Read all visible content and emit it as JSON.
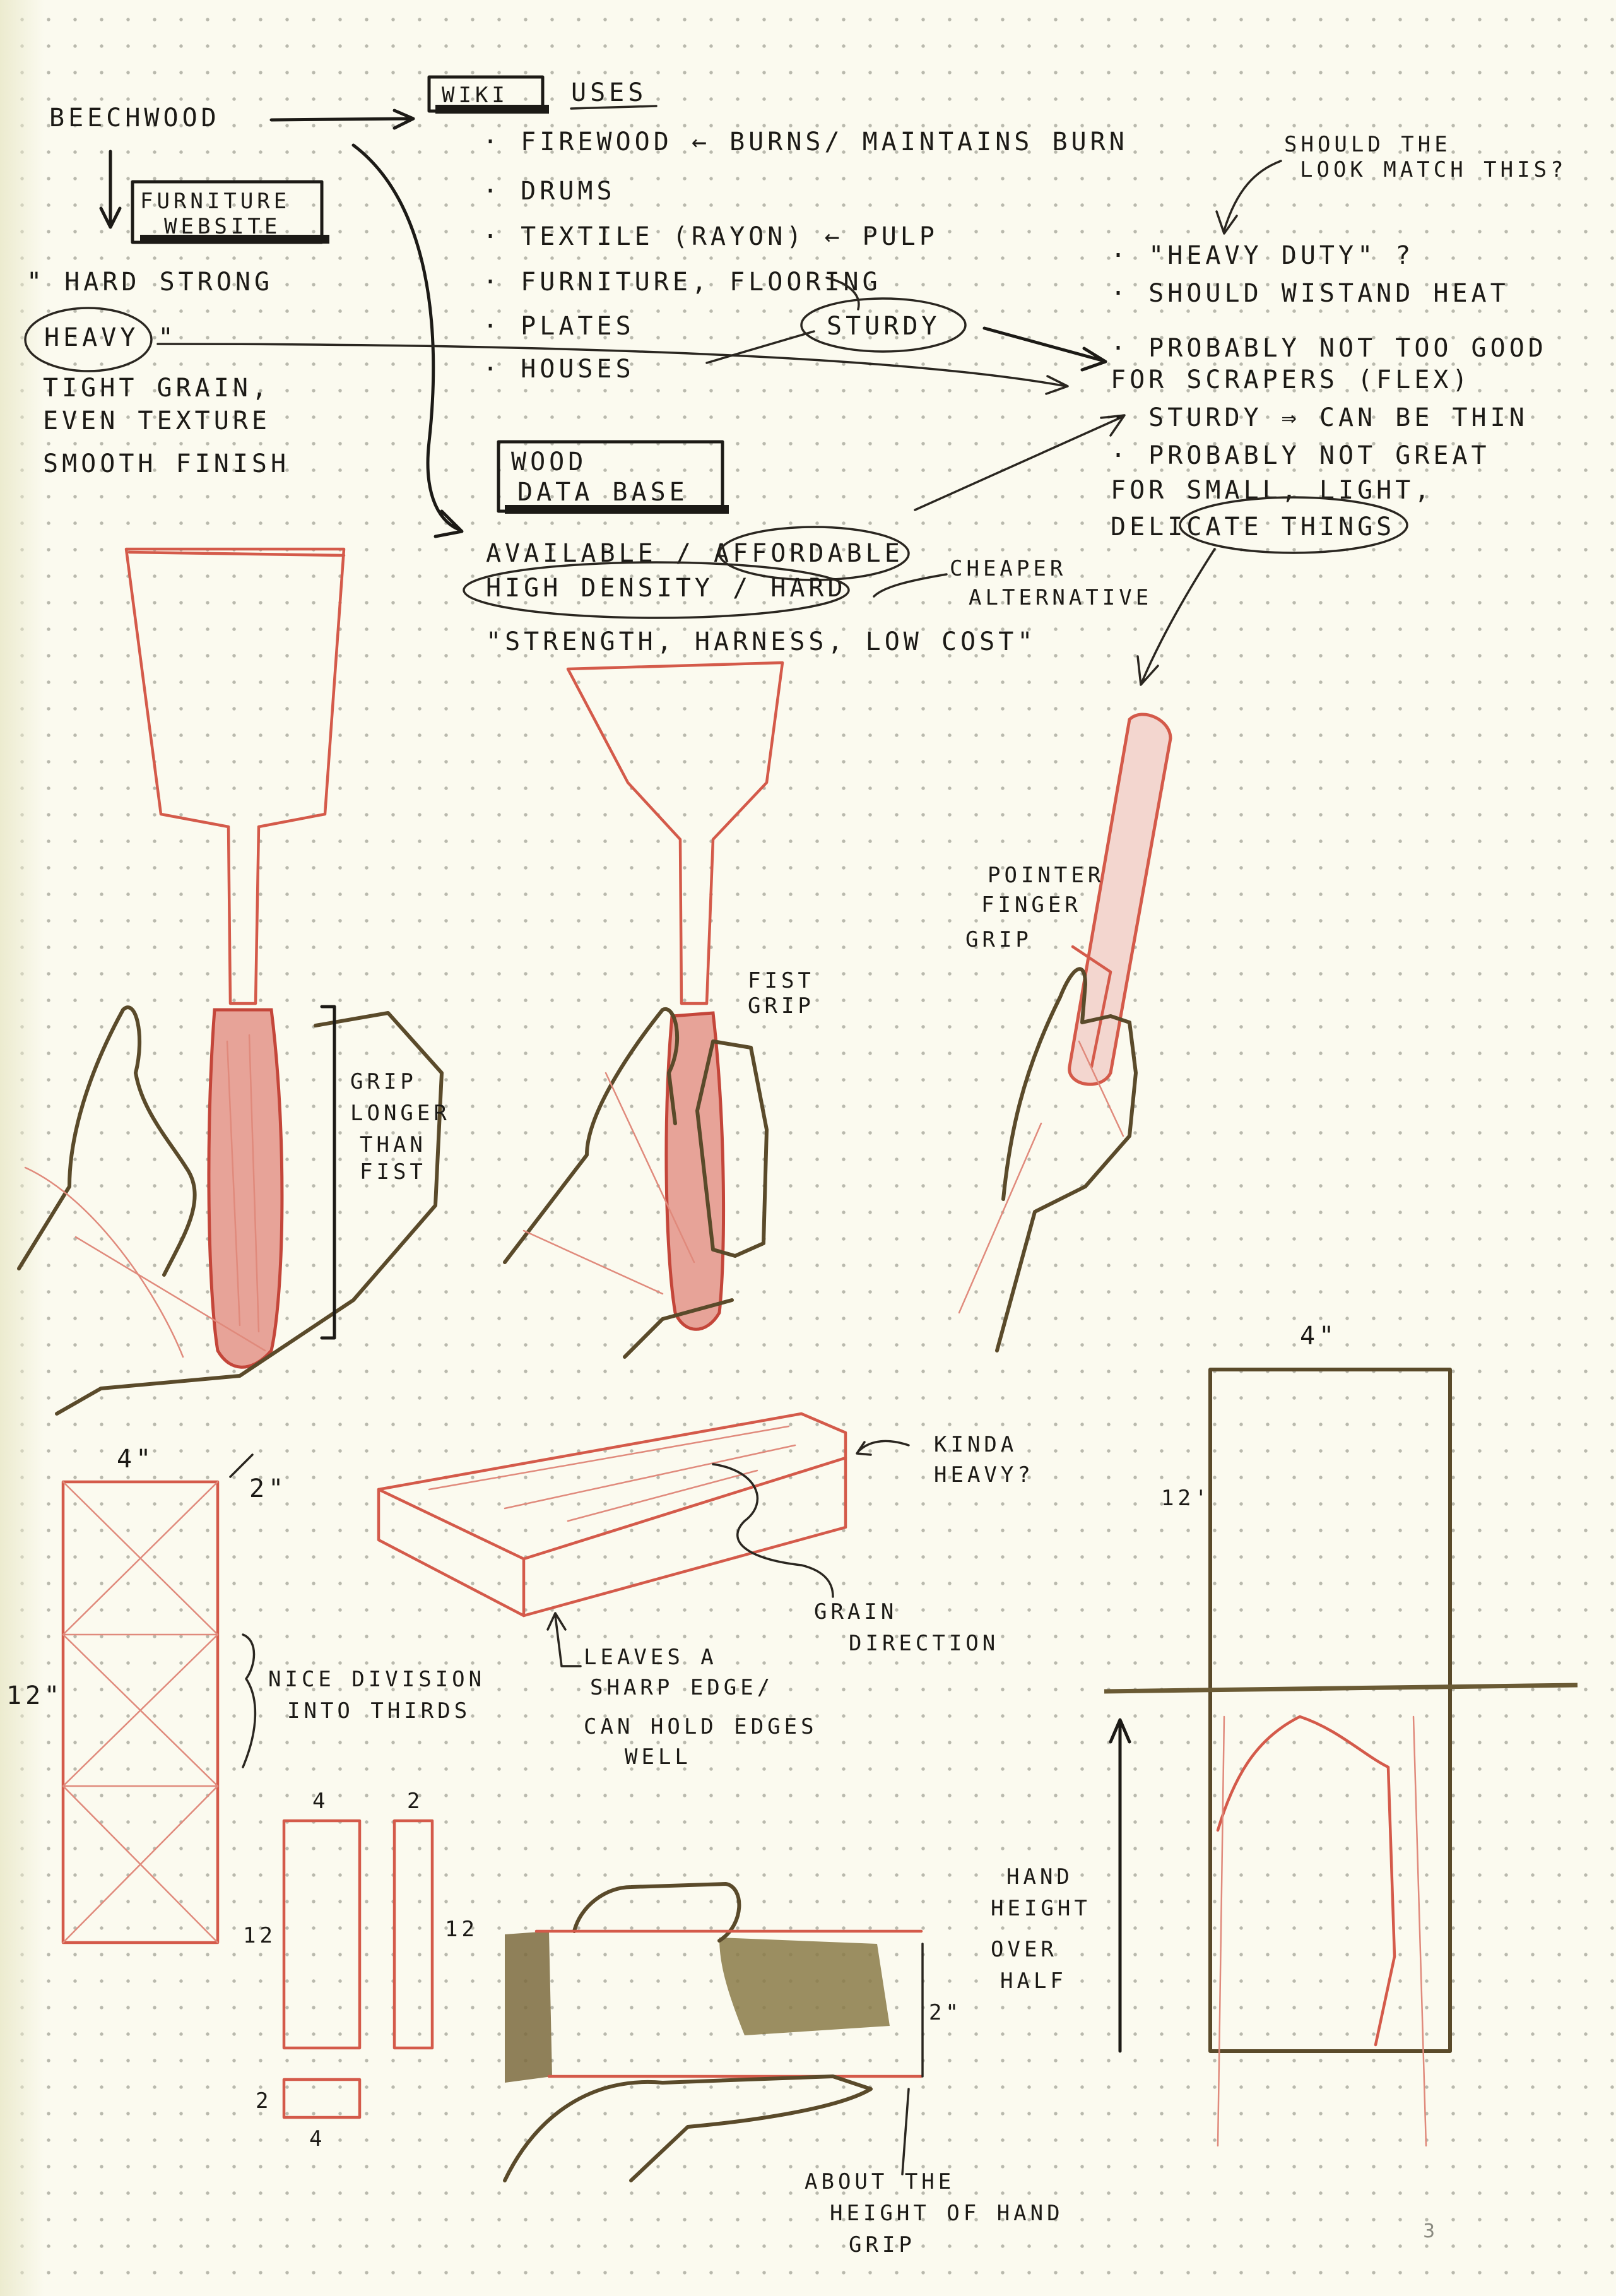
{
  "notes": {
    "beechwood": "BEECHWOOD",
    "wiki_box": "WIKI",
    "uses_heading": "USES",
    "uses": [
      "· FIREWOOD ← BURNS/ MAINTAINS BURN",
      "· DRUMS",
      "· TEXTILE (RAYON) ← PULP",
      "· FURNITURE, FLOORING",
      "· PLATES",
      "· HOUSES"
    ],
    "sturdy": "STURDY",
    "furniture_box": [
      "FURNITURE",
      "WEBSITE"
    ],
    "props": [
      "\" HARD   STRONG",
      "HEAVY \"",
      "TIGHT GRAIN,",
      "EVEN TEXTURE",
      "SMOOTH  FINISH"
    ],
    "wood_db_box": [
      "WOOD",
      "DATA BASE"
    ],
    "db_lines": [
      "AVAILABLE / AFFORDABLE",
      "HIGH DENSITY / HARD",
      "\"STRENGTH, HARNESS, LOW COST\""
    ],
    "cheaper_alt": [
      "CHEAPER",
      "ALTERNATIVE"
    ],
    "should_match": [
      "SHOULD THE",
      "LOOK MATCH THIS?"
    ],
    "right_notes": [
      "· \"HEAVY DUTY\" ?",
      "· SHOULD WISTAND HEAT",
      "· PROBABLY NOT TOO GOOD",
      "  FOR SCRAPERS (FLEX)",
      "· STURDY ⇒ CAN BE THIN",
      "· PROBABLY NOT GREAT",
      "  FOR SMALL, LIGHT,",
      "  DELICATE THINGS"
    ]
  },
  "sketch_labels": {
    "grip_longer": [
      "GRIP",
      "LONGER",
      "THAN",
      "FIST"
    ],
    "fist_grip": [
      "FIST",
      "GRIP"
    ],
    "pointer_grip": [
      "POINTER",
      "FINGER",
      "GRIP"
    ],
    "kinda_heavy": [
      "KINDA",
      "HEAVY?"
    ],
    "grain_direction": [
      "GRAIN",
      "DIRECTION"
    ],
    "leaves_edge": [
      "LEAVES  A",
      "SHARP EDGE/",
      "CAN HOLD EDGES",
      "WELL"
    ],
    "nice_division": [
      "NICE DIVISION",
      "INTO THIRDS"
    ],
    "dim_4_top": "4\"",
    "dim_2": "2\"",
    "dim_12": "12\"",
    "small_4": "4",
    "small_2a": "2",
    "small_12a": "12",
    "small_12b": "12",
    "small_2b": "2",
    "small_4b": "4",
    "dim_2in": "2\"",
    "about_height": [
      "ABOUT THE",
      "HEIGHT OF HAND",
      "GRIP"
    ],
    "right_4": "4\"",
    "right_12": "12'",
    "hand_height": [
      "HAND",
      "HEIGHT",
      "OVER",
      "HALF"
    ]
  },
  "page_number": "3"
}
